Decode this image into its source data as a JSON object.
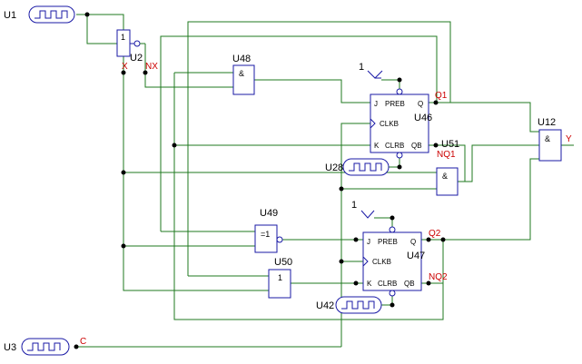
{
  "sources": {
    "u1": "U1",
    "u3": "U3",
    "u28": "U28",
    "u42": "U42"
  },
  "gates": {
    "u2": {
      "name": "U2",
      "symbol": "1"
    },
    "u48": {
      "name": "U48",
      "symbol": "&"
    },
    "u49": {
      "name": "U49",
      "symbol": "=1"
    },
    "u50": {
      "name": "U50",
      "symbol": "1"
    },
    "u51": {
      "name": "U51",
      "symbol": "&"
    },
    "u12": {
      "name": "U12",
      "symbol": "&"
    }
  },
  "flipflops": {
    "u46": {
      "name": "U46",
      "pins": {
        "j": "J",
        "preb": "PREB",
        "q": "Q",
        "clkb": "CLKB",
        "k": "K",
        "clrb": "CLRB",
        "qb": "QB"
      },
      "const": "1"
    },
    "u47": {
      "name": "U47",
      "pins": {
        "j": "J",
        "preb": "PREB",
        "q": "Q",
        "clkb": "CLKB",
        "k": "K",
        "clrb": "CLRB",
        "qb": "QB"
      },
      "const": "1"
    }
  },
  "nets": {
    "x": "X",
    "nx": "NX",
    "q1": "Q1",
    "nq1": "NQ1",
    "q2": "Q2",
    "nq2": "NQ2",
    "y": "Y",
    "c": "C"
  },
  "colors": {
    "wire": "#1f7a1f",
    "component": "#1a1aa6",
    "net_label": "#cc0000"
  }
}
